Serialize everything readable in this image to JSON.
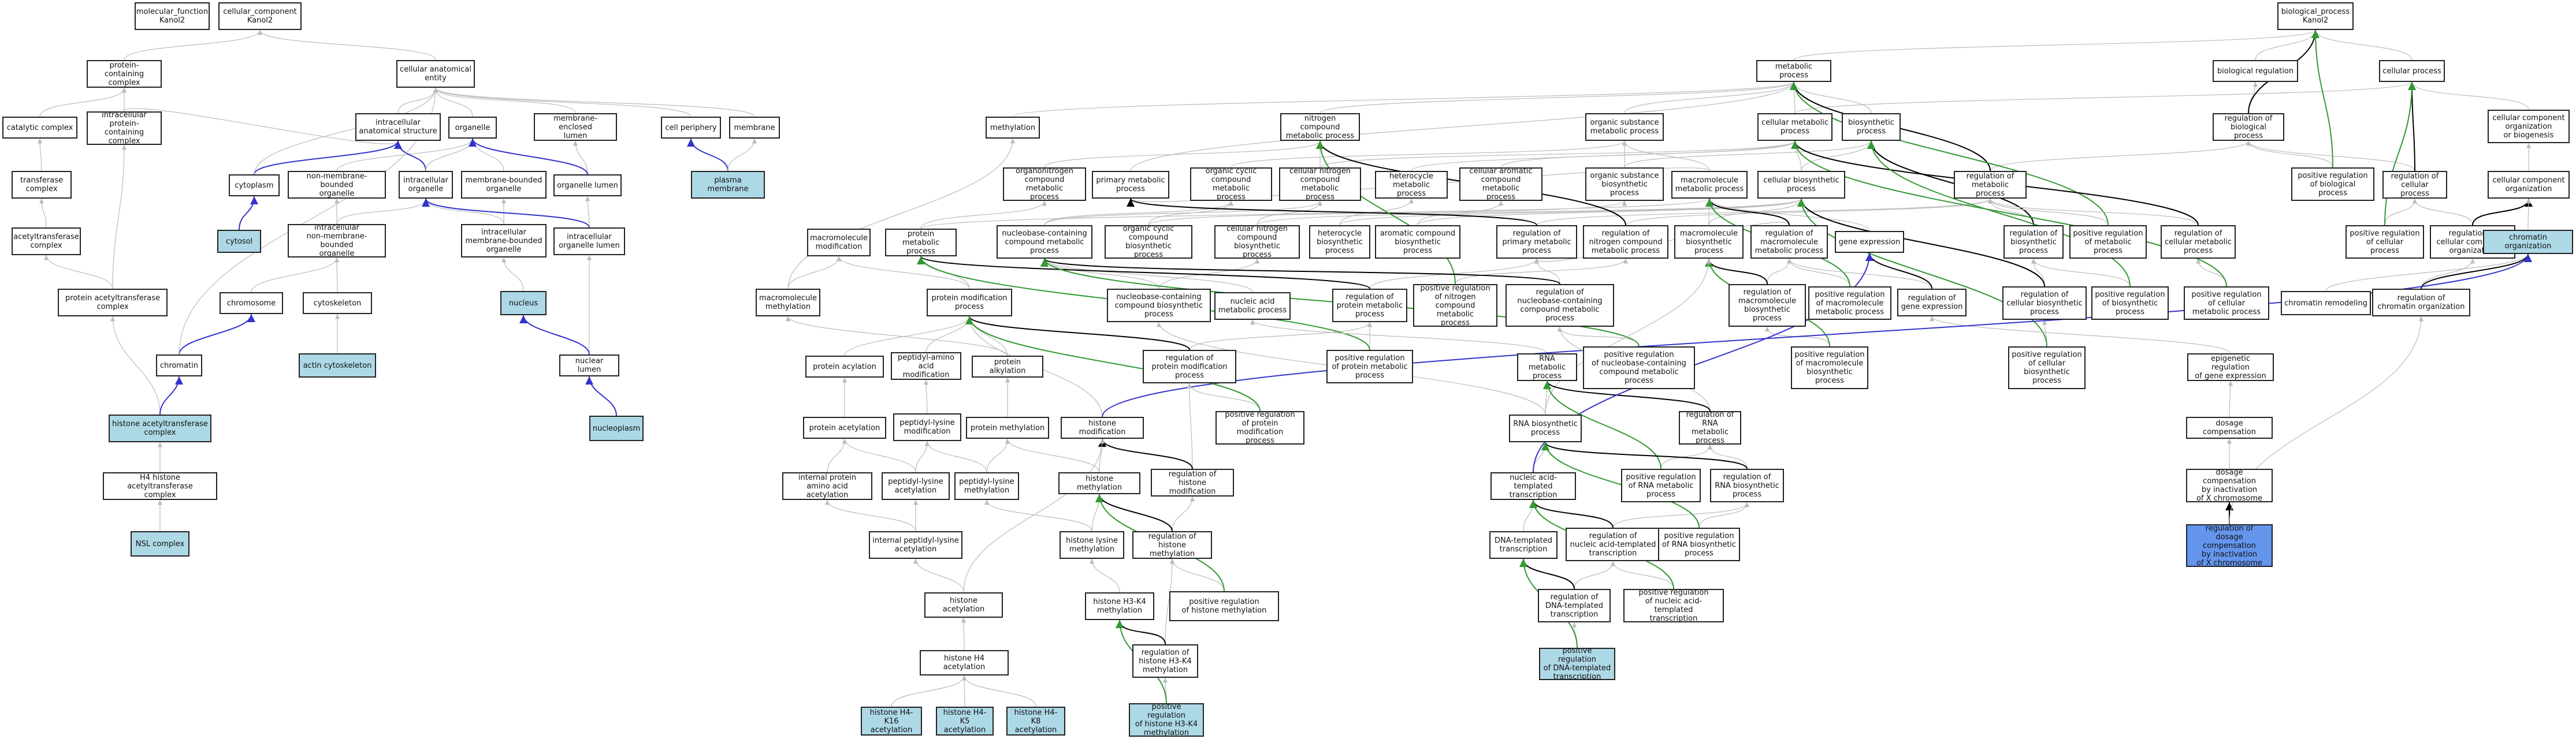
{
  "colors": {
    "node_fill": "#ffffff",
    "highlight_fill": "#add8e6",
    "strong_highlight_fill": "#6495ed",
    "edge_is_a": "#bbbbbb",
    "edge_part_of": "#3333cc",
    "edge_regulates": "#000000",
    "edge_positively_regulates": "#339933"
  },
  "nodes": {
    "mfk": {
      "label": "molecular_function\nKanol2"
    },
    "cck": {
      "label": "cellular_component\nKanol2"
    },
    "pcc": {
      "label": "protein-containing\ncomplex"
    },
    "cae": {
      "label": "cellular anatomical\nentity"
    },
    "cac": {
      "label": "catalytic complex"
    },
    "ipcc": {
      "label": "intracellular\nprotein-containing\ncomplex"
    },
    "ias": {
      "label": "intracellular\nanatomical structure"
    },
    "org": {
      "label": "organelle"
    },
    "mel": {
      "label": "membrane-enclosed\nlumen"
    },
    "cpe": {
      "label": "cell periphery"
    },
    "mem": {
      "label": "membrane"
    },
    "tc": {
      "label": "transferase\ncomplex"
    },
    "cyt": {
      "label": "cytoplasm"
    },
    "nmbo": {
      "label": "non-membrane-bounded\norganelle"
    },
    "io": {
      "label": "intracellular\norganelle"
    },
    "mbo": {
      "label": "membrane-bounded\norganelle"
    },
    "ol": {
      "label": "organelle lumen"
    },
    "pm": {
      "label": "plasma membrane"
    },
    "atc": {
      "label": "acetyltransferase\ncomplex"
    },
    "csol": {
      "label": "cytosol"
    },
    "inmbo": {
      "label": "intracellular\nnon-membrane-bounded\norganelle"
    },
    "imbo": {
      "label": "intracellular\nmembrane-bounded\norganelle"
    },
    "iol": {
      "label": "intracellular\norganelle lumen"
    },
    "patc": {
      "label": "protein acetyltransferase\ncomplex"
    },
    "chrsome": {
      "label": "chromosome"
    },
    "csk": {
      "label": "cytoskeleton"
    },
    "nuc": {
      "label": "nucleus"
    },
    "acsk": {
      "label": "actin cytoskeleton"
    },
    "chtn": {
      "label": "chromatin"
    },
    "nl": {
      "label": "nuclear lumen"
    },
    "hat": {
      "label": "histone acetyltransferase\ncomplex"
    },
    "npl": {
      "label": "nucleoplasm"
    },
    "h4hat": {
      "label": "H4 histone acetyltransferase\ncomplex"
    },
    "nsl": {
      "label": "NSL complex"
    },
    "meth": {
      "label": "methylation"
    },
    "mmm": {
      "label": "macromolecule\nmodification"
    },
    "mmmeth": {
      "label": "macromolecule\nmethylation"
    },
    "ncmp": {
      "label": "nitrogen compound\nmetabolic process"
    },
    "osmp": {
      "label": "organic substance\nmetabolic process"
    },
    "bpk": {
      "label": "biological_process\nKanol2"
    },
    "mp": {
      "label": "metabolic process"
    },
    "breg": {
      "label": "biological regulation"
    },
    "cp": {
      "label": "cellular process"
    },
    "cellmp": {
      "label": "cellular metabolic\nprocess"
    },
    "bsp": {
      "label": "biosynthetic\nprocess"
    },
    "rbp": {
      "label": "regulation of\nbiological process"
    },
    "ccob": {
      "label": "cellular component\norganization\nor biogenesis"
    },
    "oncmp": {
      "label": "organonitrogen\ncompound metabolic\nprocess"
    },
    "pmp": {
      "label": "primary metabolic\nprocess"
    },
    "occmp": {
      "label": "organic cyclic\ncompound metabolic\nprocess"
    },
    "cncmp": {
      "label": "cellular nitrogen\ncompound metabolic\nprocess"
    },
    "hcmp": {
      "label": "heterocycle\nmetabolic process"
    },
    "cacmp": {
      "label": "cellular aromatic\ncompound metabolic\nprocess"
    },
    "osbp": {
      "label": "organic substance\nbiosynthetic\nprocess"
    },
    "mmmp": {
      "label": "macromolecule\nmetabolic process"
    },
    "cbp": {
      "label": "cellular biosynthetic\nprocess"
    },
    "rmp": {
      "label": "regulation of\nmetabolic process"
    },
    "prbp": {
      "label": "positive regulation\nof biological\nprocess"
    },
    "rcp": {
      "label": "regulation of\ncellular process"
    },
    "cco": {
      "label": "cellular component\norganization"
    },
    "prtmp": {
      "label": "protein metabolic\nprocess"
    },
    "nbcmp": {
      "label": "nucleobase-containing\ncompound metabolic\nprocess"
    },
    "occmp2": {
      "label": "organic cyclic\ncompound biosynthetic\nprocess"
    },
    "cncbp": {
      "label": "cellular nitrogen\ncompound biosynthetic\nprocess"
    },
    "hcbp": {
      "label": "heterocycle\nbiosynthetic\nprocess"
    },
    "acbp": {
      "label": "aromatic compound\nbiosynthetic\nprocess"
    },
    "rpmp": {
      "label": "regulation of\nprimary metabolic\nprocess"
    },
    "rncmp": {
      "label": "regulation of\nnitrogen compound\nmetabolic process"
    },
    "mmbp": {
      "label": "macromolecule\nbiosynthetic\nprocess"
    },
    "rmmmp": {
      "label": "regulation of\nmacromolecule\nmetabolic process"
    },
    "gex": {
      "label": "gene expression"
    },
    "rbsp": {
      "label": "regulation of\nbiosynthetic\nprocess"
    },
    "prmp": {
      "label": "positive regulation\nof metabolic\nprocess"
    },
    "rcmp": {
      "label": "regulation of\ncellular metabolic\nprocess"
    },
    "prcp": {
      "label": "positive regulation\nof cellular\nprocess"
    },
    "rcco": {
      "label": "regulation of\ncellular component\norganization"
    },
    "chromorg": {
      "label": "chromatin organization"
    },
    "ncbp": {
      "label": "nucleobase-containing\ncompound biosynthetic\nprocess"
    },
    "nammp": {
      "label": "nucleic acid\nmetabolic process"
    },
    "rprmp": {
      "label": "regulation of\nprotein metabolic\nprocess"
    },
    "prncmp": {
      "label": "positive regulation\nof nitrogen\ncompound metabolic\nprocess"
    },
    "rnbcmp": {
      "label": "regulation of\nnucleobase-containing\ncompound metabolic\nprocess"
    },
    "rmmbp": {
      "label": "regulation of\nmacromolecule\nbiosynthetic\nprocess"
    },
    "prmmmp": {
      "label": "positive regulation\nof macromolecule\nmetabolic process"
    },
    "rgex": {
      "label": "regulation of\ngene expression"
    },
    "rcbp": {
      "label": "regulation of\ncellular biosynthetic\nprocess"
    },
    "prbsp": {
      "label": "positive regulation\nof biosynthetic\nprocess"
    },
    "prcmp": {
      "label": "positive regulation\nof cellular\nmetabolic process"
    },
    "chromrem": {
      "label": "chromatin remodeling"
    },
    "rchromorg": {
      "label": "regulation of\nchromatin organization"
    },
    "pmod": {
      "label": "protein modification\nprocess"
    },
    "rpmod": {
      "label": "regulation of\nprotein modification\nprocess"
    },
    "prprmp": {
      "label": "positive regulation\nof protein metabolic\nprocess"
    },
    "rnamp": {
      "label": "RNA metabolic\nprocess"
    },
    "prnbcmp": {
      "label": "positive regulation\nof nucleobase-containing\ncompound metabolic\nprocess"
    },
    "prmmbp": {
      "label": "positive regulation\nof macromolecule\nbiosynthetic\nprocess"
    },
    "prcbp": {
      "label": "positive regulation\nof cellular\nbiosynthetic\nprocess"
    },
    "eprg": {
      "label": "epigenetic regulation\nof gene expression"
    },
    "pacyl": {
      "label": "protein acylation"
    },
    "paaam": {
      "label": "peptidyl-amino\nacid modification"
    },
    "palk": {
      "label": "protein alkylation"
    },
    "hmod": {
      "label": "histone modification"
    },
    "prpmod": {
      "label": "positive regulation\nof protein modification\nprocess"
    },
    "rnabp": {
      "label": "RNA biosynthetic\nprocess"
    },
    "rrnamp": {
      "label": "regulation of\nRNA metabolic\nprocess"
    },
    "dcomp": {
      "label": "dosage compensation"
    },
    "pacet": {
      "label": "protein acetylation"
    },
    "plmod": {
      "label": "peptidyl-lysine\nmodification"
    },
    "pmeth": {
      "label": "protein methylation"
    },
    "hmeth": {
      "label": "histone methylation"
    },
    "rhmod": {
      "label": "regulation of\nhistone modification"
    },
    "natt": {
      "label": "nucleic acid-templated\ntranscription"
    },
    "prrnamp": {
      "label": "positive regulation\nof RNA metabolic\nprocess"
    },
    "rrnabp": {
      "label": "regulation of\nRNA biosynthetic\nprocess"
    },
    "dcxi": {
      "label": "dosage compensation\nby inactivation\nof X chromosome"
    },
    "ipaaa": {
      "label": "internal protein\namino acid acetylation"
    },
    "placet": {
      "label": "peptidyl-lysine\nacetylation"
    },
    "plmeth": {
      "label": "peptidyl-lysine\nmethylation"
    },
    "ipla": {
      "label": "internal peptidyl-lysine\nacetylation"
    },
    "hlmeth": {
      "label": "histone lysine\nmethylation"
    },
    "rhmeth": {
      "label": "regulation of\nhistone methylation"
    },
    "dtt": {
      "label": "DNA-templated\ntranscription"
    },
    "rnatt": {
      "label": "regulation of\nnucleic acid-templated\ntranscription"
    },
    "prrnabp": {
      "label": "positive regulation\nof RNA biosynthetic\nprocess"
    },
    "rdcxi": {
      "label": "regulation of\ndosage compensation\nby inactivation\nof X chromosome"
    },
    "hacet": {
      "label": "histone acetylation"
    },
    "h3k4m": {
      "label": "histone H3-K4\nmethylation"
    },
    "prhmeth": {
      "label": "positive regulation\nof histone methylation"
    },
    "rdtt": {
      "label": "regulation of\nDNA-templated\ntranscription"
    },
    "prnatt": {
      "label": "positive regulation\nof nucleic acid-templated\ntranscription"
    },
    "h4acet": {
      "label": "histone H4 acetylation"
    },
    "rh3k4m": {
      "label": "regulation of\nhistone H3-K4\nmethylation"
    },
    "h4k16": {
      "label": "histone H4-K16\nacetylation"
    },
    "h4k5": {
      "label": "histone H4-K5\nacetylation"
    },
    "h4k8": {
      "label": "histone H4-K8\nacetylation"
    },
    "prh3k4m": {
      "label": "positive regulation\nof histone H3-K4\nmethylation"
    },
    "prdtt": {
      "label": "positive regulation\nof DNA-templated\ntranscription"
    }
  }
}
